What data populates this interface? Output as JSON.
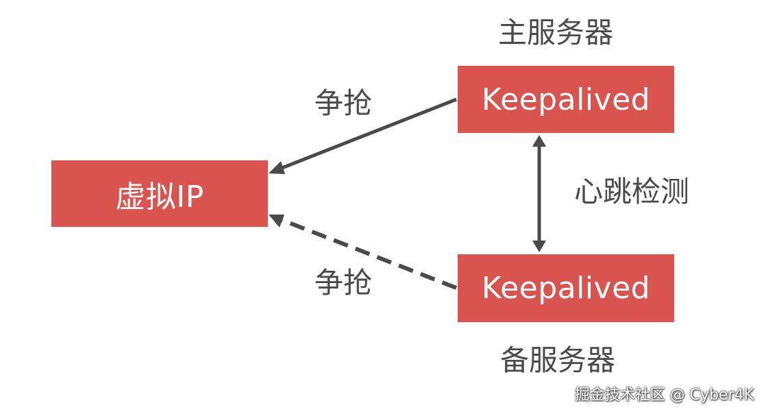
{
  "master": {
    "title": "主服务器",
    "box_label": "Keepalived"
  },
  "backup": {
    "title": "备服务器",
    "box_label": "Keepalived"
  },
  "virtual_ip": {
    "box_label": "虚拟IP"
  },
  "edges": {
    "compete_top": "争抢",
    "compete_bottom": "争抢",
    "heartbeat": "心跳检测"
  },
  "colors": {
    "box_fill": "#d9534f",
    "box_text": "#ffffff",
    "arrow": "#4a4a4a",
    "label_text": "#4a4a4a"
  },
  "watermark": "掘金技术社区 @ Cyber4K"
}
